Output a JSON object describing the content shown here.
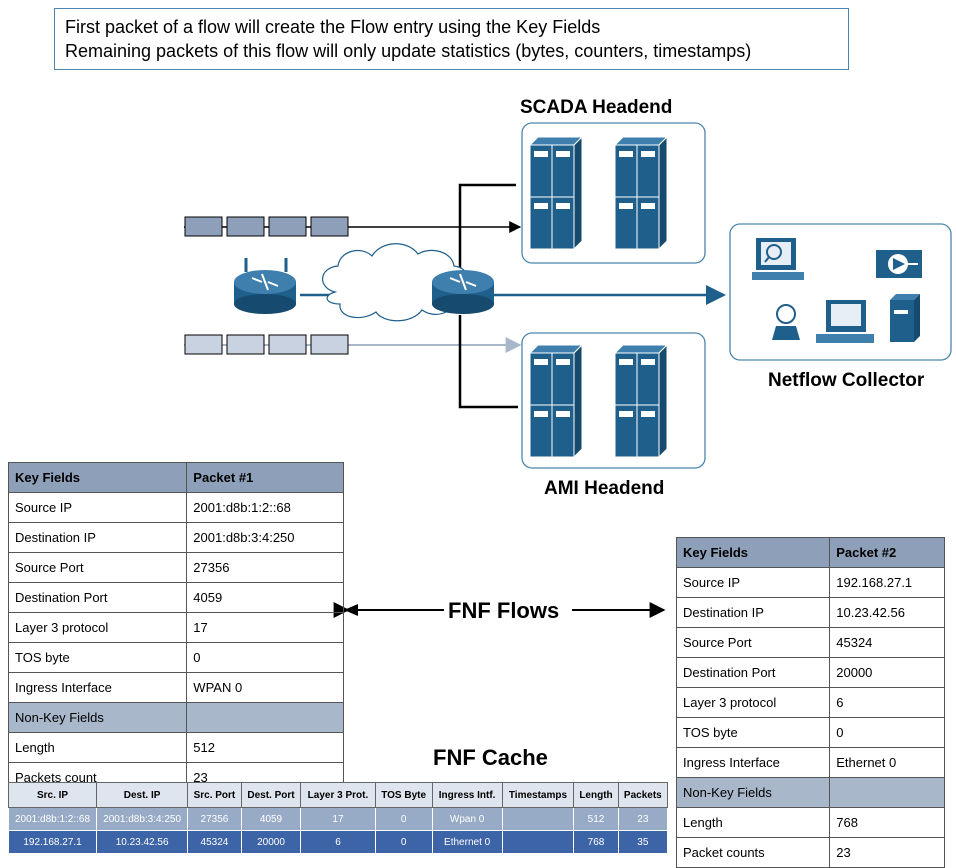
{
  "note": {
    "line1": "First packet of a flow will create the Flow entry using the Key Fields",
    "line2": "Remaining packets of this flow will only update statistics (bytes, counters, timestamps)"
  },
  "labels": {
    "scada": "SCADA Headend",
    "ami": "AMI Headend",
    "collector": "Netflow Collector",
    "fnf_flows": "FNF Flows",
    "fnf_cache": "FNF Cache"
  },
  "colors": {
    "device_blue": "#1f5f8b",
    "frame_blue": "#4a86ae",
    "packet_dark": "#8ea0b9",
    "packet_light": "#c9d2e0"
  },
  "packet1_table": {
    "headers": [
      "Key Fields",
      "Packet #1"
    ],
    "rows": [
      [
        "Source IP",
        "2001:d8b:1:2::68"
      ],
      [
        "Destination IP",
        "2001:d8b:3:4:250"
      ],
      [
        "Source Port",
        "27356"
      ],
      [
        "Destination Port",
        "4059"
      ],
      [
        "Layer 3 protocol",
        "17"
      ],
      [
        "TOS byte",
        "0"
      ],
      [
        "Ingress Interface",
        "WPAN 0"
      ]
    ],
    "nonkey_header": "Non-Key Fields",
    "nonkey_rows": [
      [
        "Length",
        "512"
      ],
      [
        "Packets count",
        "23"
      ]
    ]
  },
  "packet2_table": {
    "headers": [
      "Key Fields",
      "Packet #2"
    ],
    "rows": [
      [
        "Source IP",
        "192.168.27.1"
      ],
      [
        "Destination IP",
        "10.23.42.56"
      ],
      [
        "Source Port",
        "45324"
      ],
      [
        "Destination Port",
        "20000"
      ],
      [
        "Layer 3 protocol",
        "6"
      ],
      [
        "TOS byte",
        "0"
      ],
      [
        "Ingress Interface",
        "Ethernet 0"
      ]
    ],
    "nonkey_header": "Non-Key Fields",
    "nonkey_rows": [
      [
        "Length",
        "768"
      ],
      [
        "Packet counts",
        "23"
      ]
    ]
  },
  "cache_table": {
    "headers": [
      "Src. IP",
      "Dest. IP",
      "Src. Port",
      "Dest. Port",
      "Layer 3 Prot.",
      "TOS Byte",
      "Ingress Intf.",
      "Timestamps",
      "Length",
      "Packets"
    ],
    "rows": [
      [
        "2001:d8b:1:2::68",
        "2001:d8b:3:4:250",
        "27356",
        "4059",
        "17",
        "0",
        "Wpan 0",
        "",
        "512",
        "23"
      ],
      [
        "192.168.27.1",
        "10.23.42.56",
        "45324",
        "20000",
        "6",
        "0",
        "Ethernet 0",
        "",
        "768",
        "35"
      ]
    ]
  }
}
